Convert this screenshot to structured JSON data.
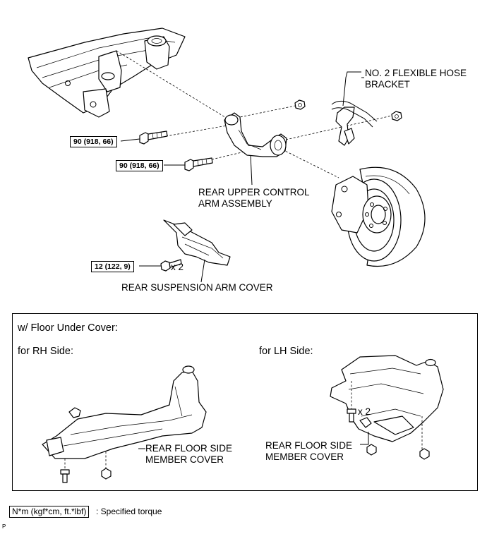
{
  "labels": {
    "hose_bracket": [
      "NO. 2 FLEXIBLE HOSE",
      "BRACKET"
    ],
    "upper_arm": [
      "REAR UPPER CONTROL",
      "ARM ASSEMBLY"
    ],
    "arm_cover": "REAR SUSPENSION ARM COVER",
    "qty_x2": "x 2"
  },
  "torques": {
    "bolt_upper": "90 (918, 66)",
    "bolt_lower": "90 (918, 66)",
    "cover_bolt": "12 (122, 9)"
  },
  "floor_panel": {
    "title": "w/ Floor Under Cover:",
    "rh_title": "for RH Side:",
    "lh_title": "for LH Side:",
    "rh_label": [
      "REAR FLOOR SIDE",
      "MEMBER COVER"
    ],
    "lh_label": [
      "REAR FLOOR SIDE",
      "MEMBER COVER"
    ],
    "lh_qty": "x 2"
  },
  "legend": {
    "unit": "N*m (kgf*cm, ft.*lbf)",
    "desc": ": Specified torque"
  },
  "footer": {
    "mark": "P"
  }
}
